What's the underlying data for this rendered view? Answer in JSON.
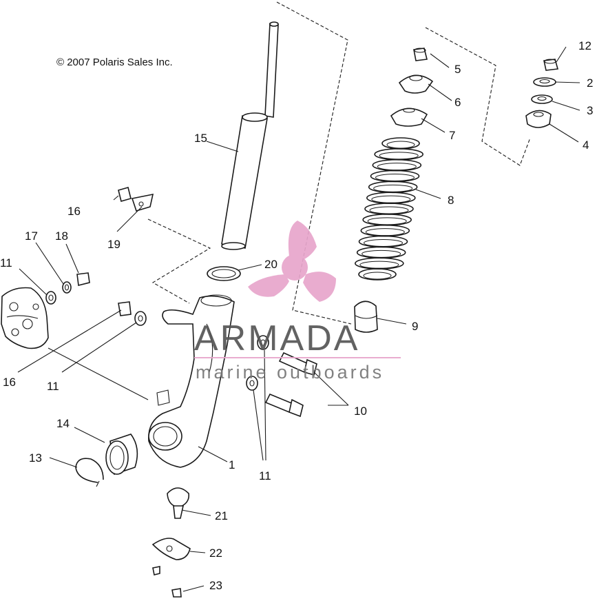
{
  "copyright": "© 2007 Polaris Sales Inc.",
  "watermark": {
    "brand": "ARMADA",
    "tagline": "marine outboards",
    "logo_icon": "propeller-icon",
    "colors": {
      "logo": "#e8a6cc",
      "text": "#555555"
    }
  },
  "callouts": {
    "c1": "1",
    "c2": "2",
    "c3": "3",
    "c4": "4",
    "c5": "5",
    "c6": "6",
    "c7": "7",
    "c8": "8",
    "c9": "9",
    "c10": "10",
    "c11a": "11",
    "c11b": "11",
    "c11c": "11",
    "c12": "12",
    "c13": "13",
    "c14": "14",
    "c15": "15",
    "c16a": "16",
    "c16b": "16",
    "c17": "17",
    "c18": "18",
    "c19": "19",
    "c20": "20",
    "c21": "21",
    "c22": "22",
    "c23": "23"
  }
}
